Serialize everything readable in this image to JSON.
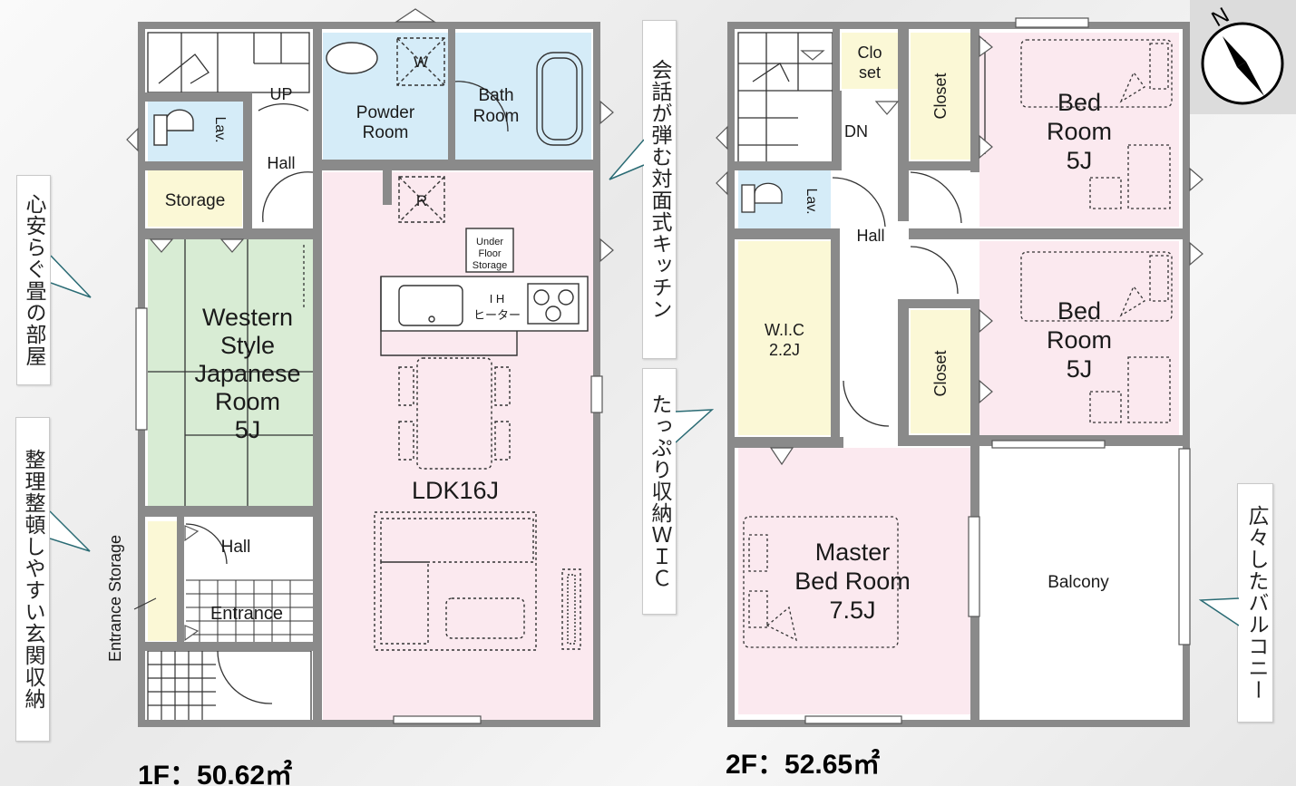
{
  "floor1": {
    "area": "1F：50.62㎡",
    "rooms": {
      "up": "UP",
      "lav": "Lav.",
      "hall_upper": "Hall",
      "powder_room": [
        "Powder",
        "Room"
      ],
      "washer": "W",
      "bath_room": [
        "Bath",
        "Room"
      ],
      "storage": "Storage",
      "fridge": "R",
      "underfloor": [
        "Under",
        "Floor",
        "Storage"
      ],
      "ih": [
        "I H",
        "ヒーター"
      ],
      "japanese_room": [
        "Western",
        "Style",
        "Japanese",
        "Room",
        "5J"
      ],
      "ldk": "LDK16J",
      "hall_lower": "Hall",
      "entrance": "Entrance",
      "entrance_storage": "Entrance Storage"
    }
  },
  "floor2": {
    "area": "2F：52.65㎡",
    "rooms": {
      "closet_small": [
        "Clo",
        "set"
      ],
      "dn": "DN",
      "lav": "Lav.",
      "hall": "Hall",
      "closet_a": "Closet",
      "closet_b": "Closet",
      "bed_room_1": [
        "Bed",
        "Room",
        "5J"
      ],
      "bed_room_2": [
        "Bed",
        "Room",
        "5J"
      ],
      "wic": [
        "W.I.C",
        "2.2J"
      ],
      "master": [
        "Master",
        "Bed Room",
        "7.5J"
      ],
      "balcony": "Balcony"
    }
  },
  "callouts": {
    "tatami": "心安らぐ畳の部屋",
    "entrance": "整理整頓しやすい玄関収納",
    "kitchen": "会話が弾む対面式キッチン",
    "wic": "たっぷり収納ＷＩＣ",
    "balcony": "広々したバルコニー"
  },
  "compass": {
    "north_label": "N"
  },
  "colors": {
    "wall": "#8a8a8a",
    "pink": "#fbe9ef",
    "blue": "#d5ecf8",
    "green": "#d8ecd4",
    "yellow": "#fbf8d6",
    "white": "#ffffff"
  }
}
